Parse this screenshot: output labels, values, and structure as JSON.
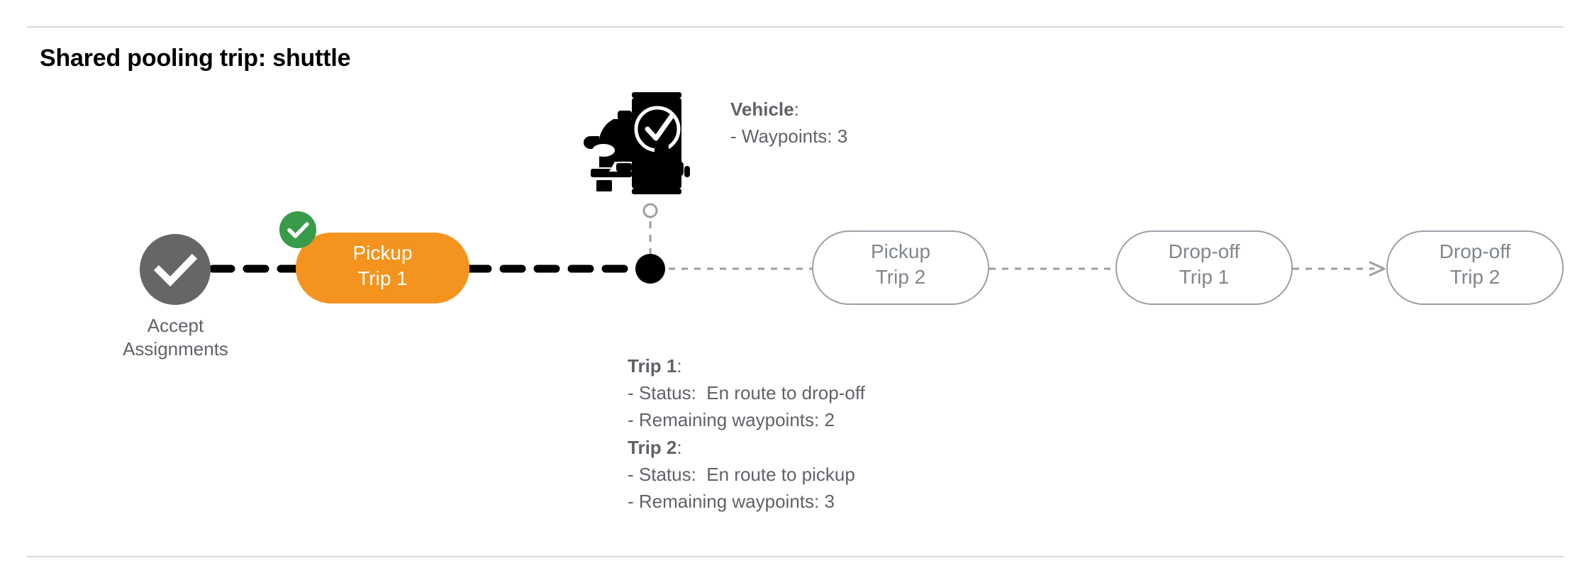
{
  "page": {
    "title": "Shared pooling trip: shuttle",
    "background": "#ffffff",
    "divider_color": "#d9dadb"
  },
  "colors": {
    "active_node": "#F4941E",
    "completed_badge": "#389b4a",
    "completed_node": "#666666",
    "upcoming_outline": "#9aa0a6",
    "upcoming_text": "#80868b",
    "body_text": "#5f6368",
    "connector_done": "#000000",
    "connector_upcoming": "#9e9e9e"
  },
  "flow": {
    "nodes": [
      {
        "id": "accept-assignments",
        "label": "Accept\nAssignments",
        "state": "completed",
        "shape": "circle",
        "icon": "check-icon"
      },
      {
        "id": "pickup-trip-1",
        "label": "Pickup\nTrip 1",
        "state": "active",
        "shape": "pill",
        "badge": "check-badge-icon"
      },
      {
        "id": "pickup-trip-2",
        "label": "Pickup\nTrip 2",
        "state": "upcoming",
        "shape": "pill"
      },
      {
        "id": "dropoff-trip-1",
        "label": "Drop-off\nTrip 1",
        "state": "upcoming",
        "shape": "pill"
      },
      {
        "id": "dropoff-trip-2",
        "label": "Drop-off\nTrip 2",
        "state": "upcoming",
        "shape": "pill"
      }
    ],
    "current_position_marker": {
      "icon": "vehicle-position-dot",
      "connector_icon": "open-circle-icon"
    }
  },
  "vehicle": {
    "icon": "vehicle-app-checkmark-icon",
    "heading": "Vehicle",
    "heading_suffix": ":",
    "waypoints_line": "- Waypoints: 3",
    "waypoints": 3
  },
  "trip_details": [
    {
      "heading": "Trip 1",
      "heading_suffix": ":",
      "status_line": "- Status:  En route to drop-off",
      "status": "En route to drop-off",
      "waypoints_line": "- Remaining waypoints: 2",
      "remaining_waypoints": 2
    },
    {
      "heading": "Trip 2",
      "heading_suffix": ":",
      "status_line": "- Status:  En route to pickup",
      "status": "En route to pickup",
      "waypoints_line": "- Remaining waypoints: 3",
      "remaining_waypoints": 3
    }
  ]
}
